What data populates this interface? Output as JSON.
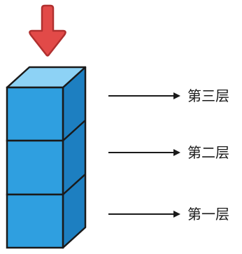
{
  "diagram": {
    "colors": {
      "cube_front": "#2f9fe0",
      "cube_top": "#8dd2f5",
      "cube_side": "#1d7fc1",
      "outline": "#1a1a1a",
      "pointer_arrow": "#e24a48",
      "pointer_arrow_outline": "#b0302f",
      "label_arrow": "#1a1a1a"
    },
    "pointer_icon": "down-arrow-icon",
    "layers": [
      {
        "label": "第三层"
      },
      {
        "label": "第二层"
      },
      {
        "label": "第一层"
      }
    ]
  }
}
